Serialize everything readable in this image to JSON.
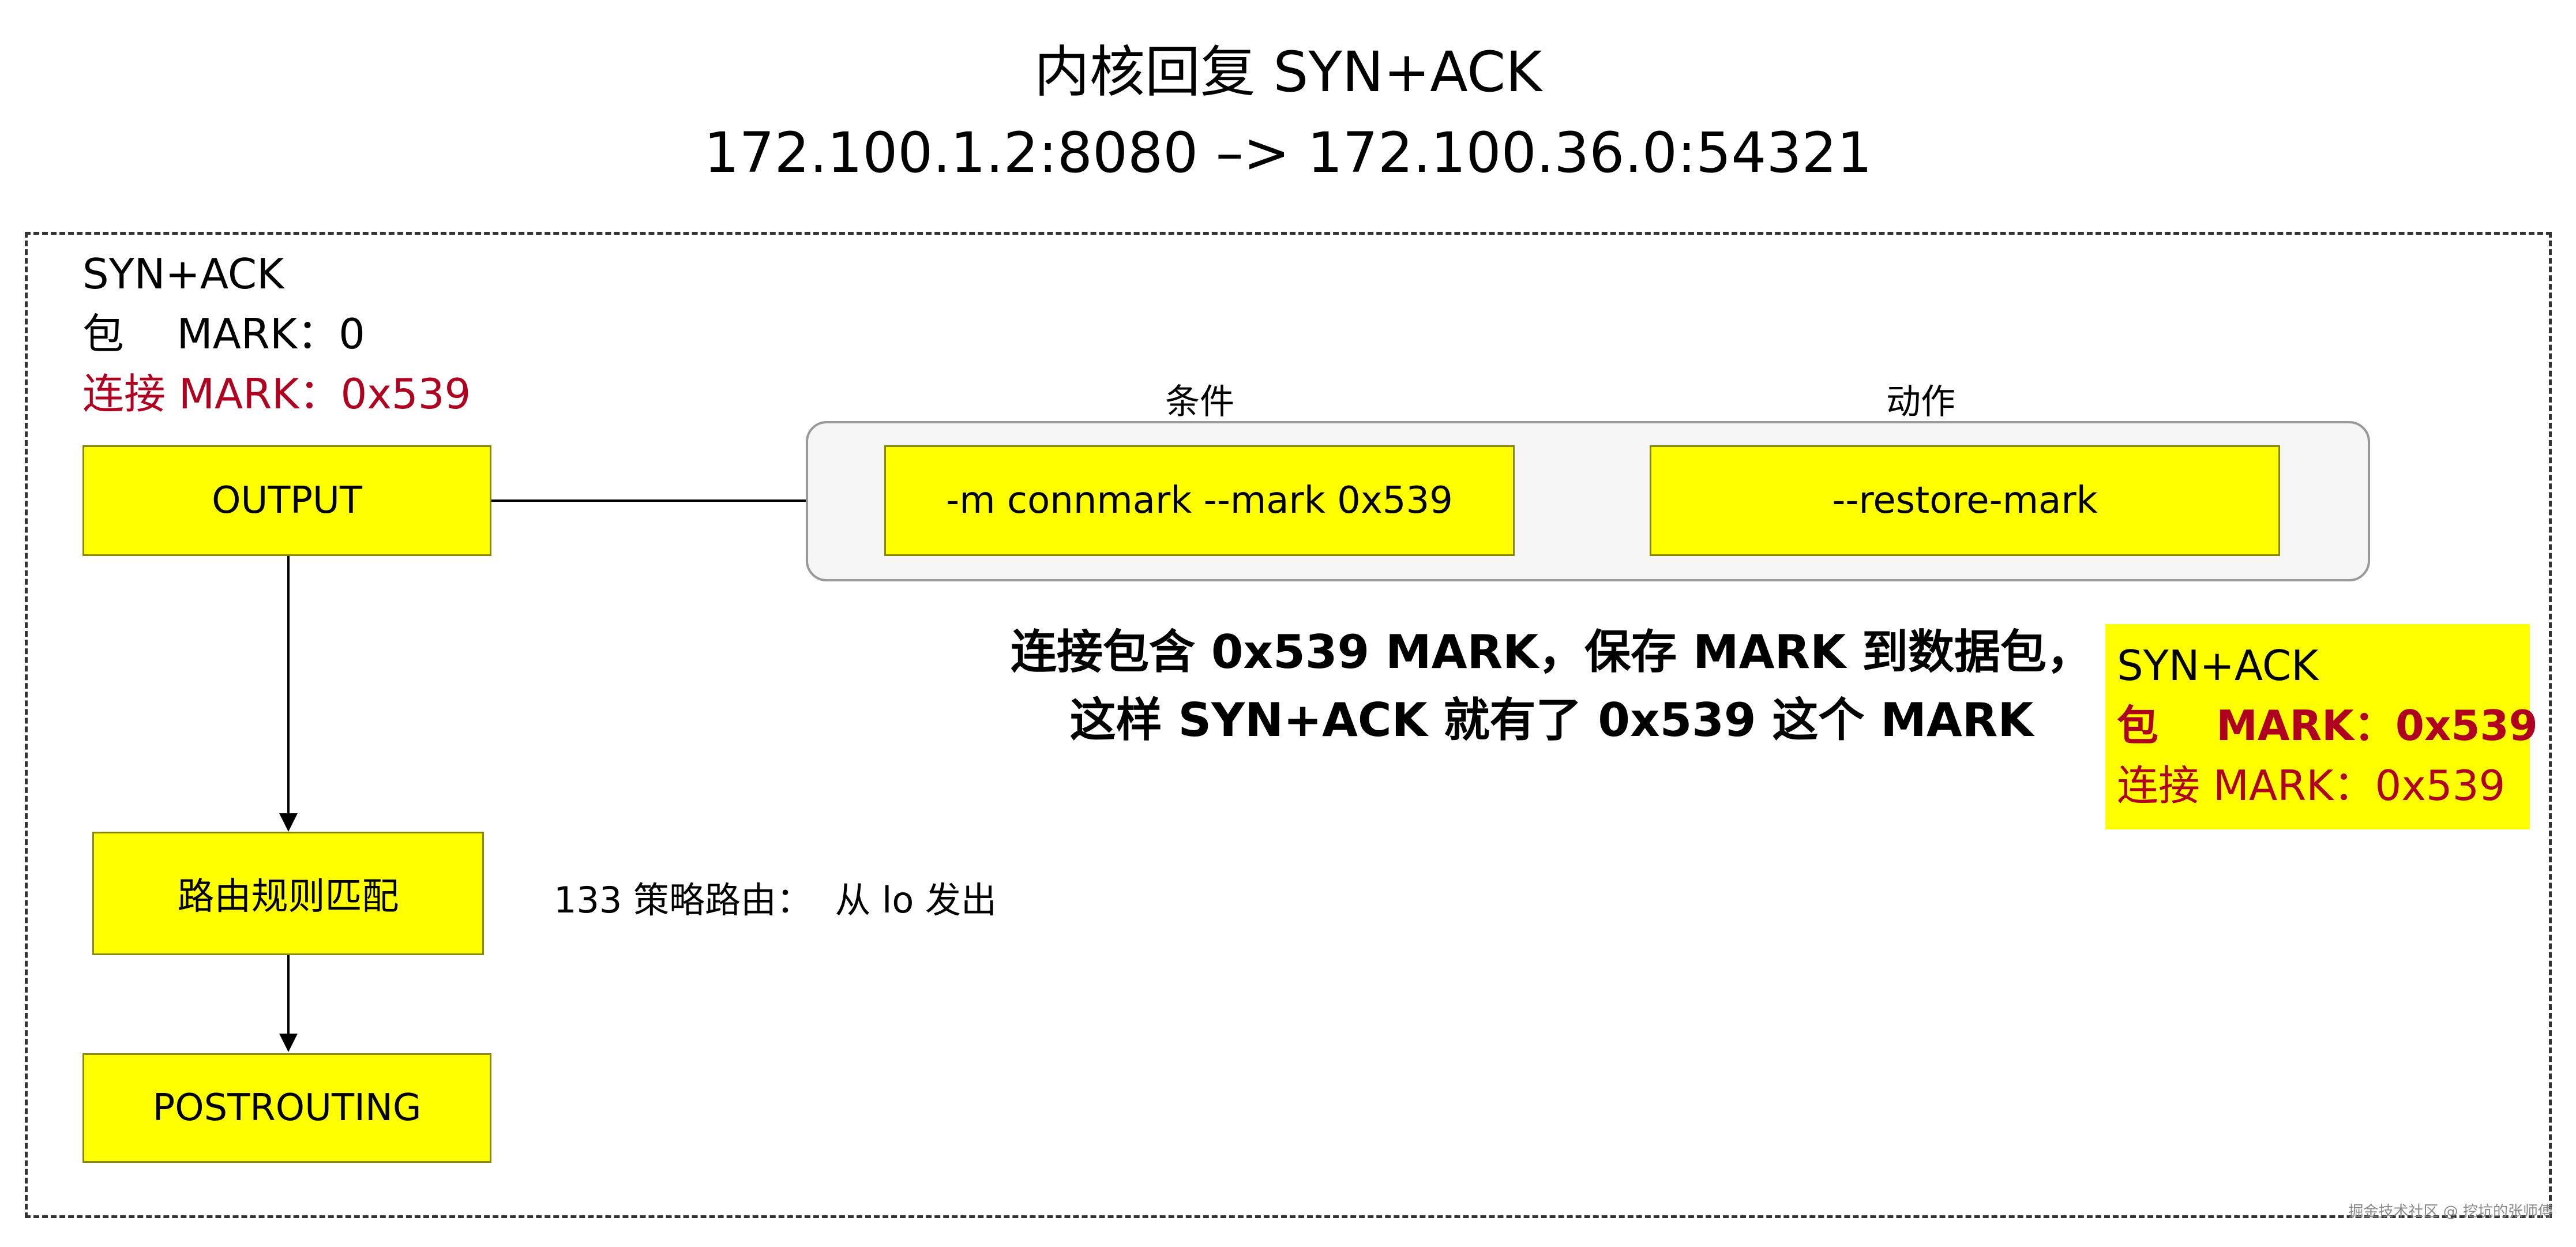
{
  "title": {
    "line1": "内核回复 SYN+ACK",
    "line2": "172.100.1.2:8080 –> 172.100.36.0:54321"
  },
  "packet_state": {
    "line1": "SYN+ACK",
    "line2": "包    MARK：0",
    "line3": "连接 MARK：0x539"
  },
  "nodes": {
    "output": "OUTPUT",
    "routing": "路由规则匹配",
    "postrouting": "POSTROUTING"
  },
  "rule": {
    "condition_label": "条件",
    "action_label": "动作",
    "condition": "-m connmark --mark 0x539",
    "action": "--restore-mark"
  },
  "explanation": {
    "line1": "连接包含 0x539 MARK，保存 MARK 到数据包，",
    "line2": "这样 SYN+ACK 就有了 0x539 这个 MARK"
  },
  "result_state": {
    "line1": "SYN+ACK",
    "line2": "包    MARK：0x539",
    "line3": "连接 MARK：0x539"
  },
  "routing_note": "133 策略路由：  从 lo 发出",
  "watermark": "掘金技术社区 @ 挖坑的张师傅",
  "colors": {
    "box_fill": "#ffff00",
    "highlight_text": "#b00020",
    "group_fill": "#f5f5f5"
  }
}
